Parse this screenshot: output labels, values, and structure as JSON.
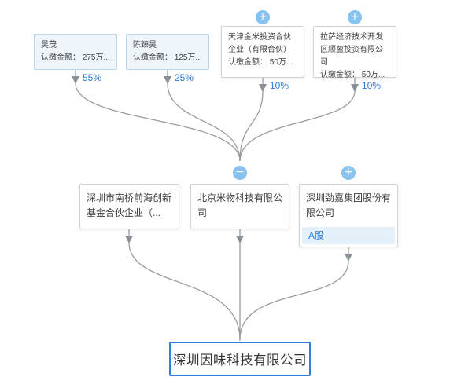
{
  "company_tree": {
    "root": {
      "name": "深圳因味科技有限公司"
    },
    "top_shareholders": [
      {
        "name": "吴茂",
        "amount_line": "认缴金额： 275万...",
        "percent": "55%"
      },
      {
        "name": "陈臻昊",
        "amount_line": "认缴金额： 125万...",
        "percent": "25%"
      },
      {
        "name": "天津金米投资合伙企业（有限合伙）",
        "amount_line": "认缴金额： 50万...",
        "percent": "10%"
      },
      {
        "name": "拉萨经济技术开发区顺盈投资有限公司",
        "amount_line": "认缴金额： 50万...",
        "percent": "10%"
      }
    ],
    "mid_companies": [
      {
        "name": "深圳市南桥前海创新基金合伙企业（..."
      },
      {
        "name": "北京米物科技有限公司"
      },
      {
        "name": "深圳劲嘉集团股份有限公司",
        "tag": "A股"
      }
    ],
    "icons": {
      "expand": "+",
      "collapse": "−"
    },
    "colors": {
      "accent_blue": "#2d7dd2",
      "icon_blue": "#87c3ee",
      "line_gray": "#9b9b9b",
      "person_box_bg": "#eef5fb",
      "person_box_border": "#bad7ec",
      "company_box_border": "#d4d4d4",
      "root_border": "#2f7fe0",
      "tag_bg": "#e4f1fb"
    }
  }
}
